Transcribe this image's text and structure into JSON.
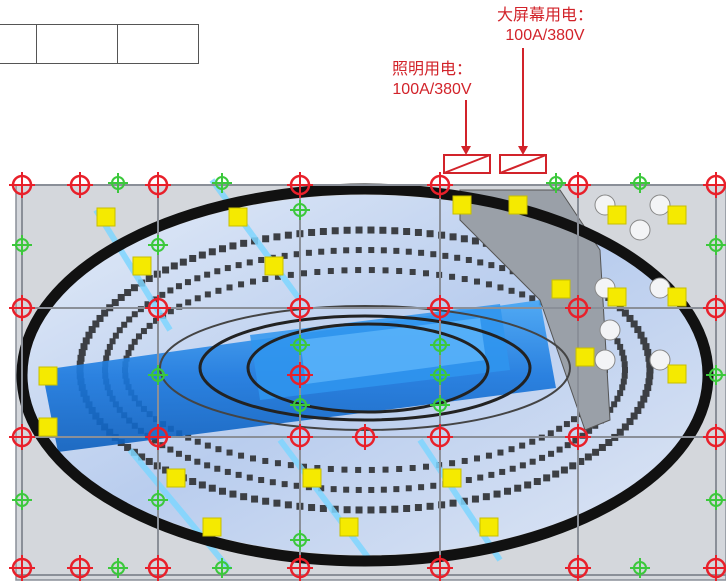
{
  "annotations": {
    "screen_power": {
      "line1": "大屏幕用电：",
      "line2": "100A/380V"
    },
    "lighting_power": {
      "line1": "照明用电：",
      "line2": "100A/380V"
    }
  },
  "colors": {
    "annotation_red": "#d2232a",
    "rig_point_red": "#e8202a",
    "rig_point_green": "#3cc83c",
    "fixture_yellow": "#f5ea00",
    "ring_black": "#111111",
    "floor_blue": "#c9d9f2",
    "runway_blue": "#1a7de0",
    "truss_grey": "#8a8f98",
    "seat_grey": "#3c3f44"
  },
  "icons": [
    "red-rigging-point-icon",
    "green-rigging-point-icon",
    "yellow-fixture-icon",
    "power-box-icon"
  ]
}
